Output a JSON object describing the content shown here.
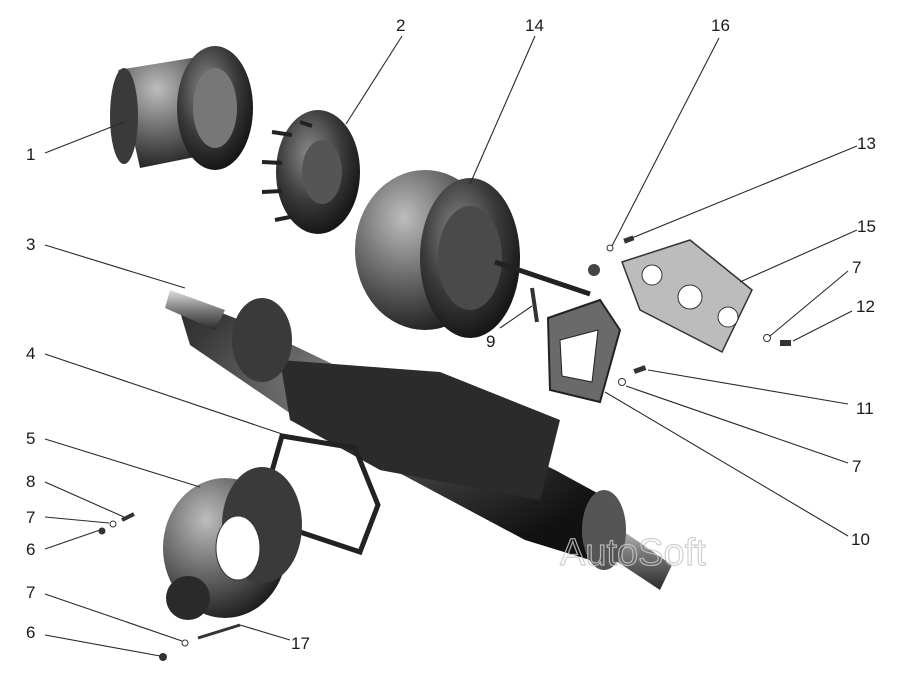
{
  "callouts": [
    {
      "id": "c1",
      "text": "1"
    },
    {
      "id": "c2",
      "text": "2"
    },
    {
      "id": "c14",
      "text": "14"
    },
    {
      "id": "c16",
      "text": "16"
    },
    {
      "id": "c13",
      "text": "13"
    },
    {
      "id": "c15",
      "text": "15"
    },
    {
      "id": "c3",
      "text": "3"
    },
    {
      "id": "c7a",
      "text": "7"
    },
    {
      "id": "c12",
      "text": "12"
    },
    {
      "id": "c9",
      "text": "9"
    },
    {
      "id": "c4",
      "text": "4"
    },
    {
      "id": "c11",
      "text": "11"
    },
    {
      "id": "c7b",
      "text": "7"
    },
    {
      "id": "c5",
      "text": "5"
    },
    {
      "id": "c8",
      "text": "8"
    },
    {
      "id": "c7c",
      "text": "7"
    },
    {
      "id": "c6a",
      "text": "6"
    },
    {
      "id": "c10",
      "text": "10"
    },
    {
      "id": "c7d",
      "text": "7"
    },
    {
      "id": "c17",
      "text": "17"
    },
    {
      "id": "c6b",
      "text": "6"
    }
  ],
  "watermark": "AutoSoft",
  "colors": {
    "ink": "#1a1a1a",
    "part_dark": "#2b2b2b",
    "part_mid": "#5a5a5a",
    "part_light": "#9a9a9a",
    "watermark": "#c8c8c8"
  }
}
